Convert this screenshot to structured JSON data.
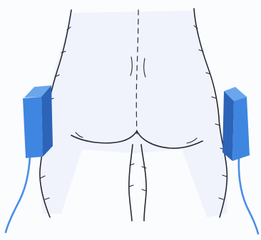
{
  "diagram": {
    "colors": {
      "electrode_front": "#3f86e0",
      "electrode_side": "#2c64b8",
      "electrode_top": "#6aa6ec",
      "cable": "#4a8fe6",
      "outline": "#262a36",
      "skin": "#f0f3fb",
      "background": "#fbfcfe"
    },
    "parts": [
      "left-hip-outline",
      "right-hip-outline",
      "gluteal-cleft",
      "gluteal-folds",
      "inner-thighs",
      "left-electrode-pad",
      "right-electrode-pad",
      "left-electrode-cable",
      "right-electrode-cable"
    ]
  }
}
